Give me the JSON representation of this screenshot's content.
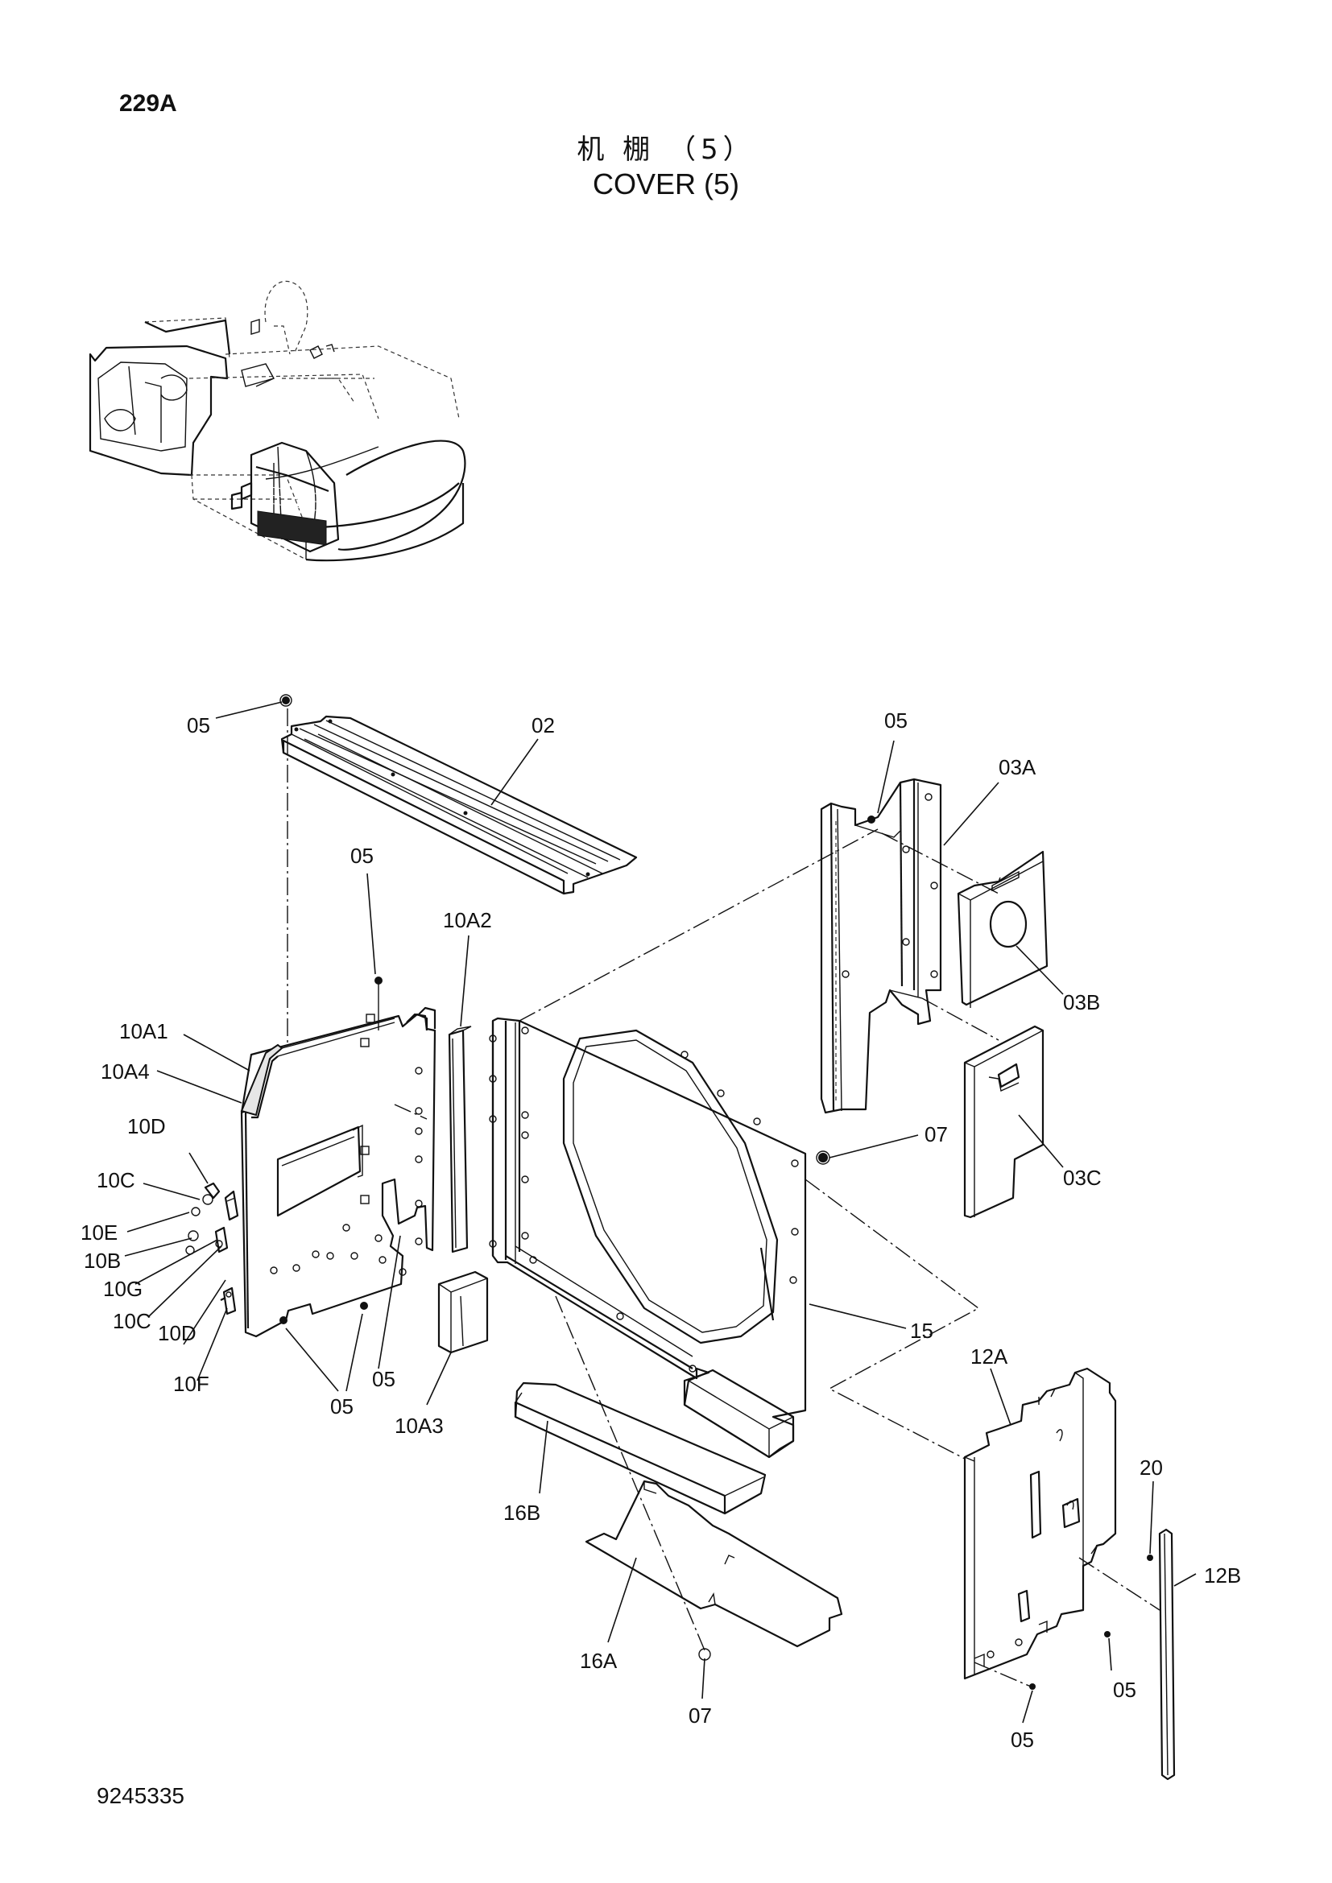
{
  "header": {
    "page_code": "229A",
    "title_cn": "机 棚 （5）",
    "title_en": "COVER (5)"
  },
  "footer": {
    "document_number": "9245335"
  },
  "callouts": {
    "c05_top": "05",
    "c02": "02",
    "c05_right": "05",
    "c03A": "03A",
    "c03B": "03B",
    "c03C": "03C",
    "c05_mid": "05",
    "c10A2": "10A2",
    "c10A1": "10A1",
    "c10A4": "10A4",
    "c10D_a": "10D",
    "c10C_a": "10C",
    "c10E": "10E",
    "c10B": "10B",
    "c10G": "10G",
    "c10C_b": "10C",
    "c10D_b": "10D",
    "c10F": "10F",
    "c05_lower": "05",
    "c05_bottom_left": "05",
    "c10A3": "10A3",
    "c07_right": "07",
    "c15": "15",
    "c12A": "12A",
    "c16B": "16B",
    "c16A": "16A",
    "c07_bottom": "07",
    "c20": "20",
    "c12B": "12B",
    "c05_br1": "05",
    "c05_br2": "05"
  },
  "icons": {
    "overview": "excavator-overview-illustration"
  }
}
